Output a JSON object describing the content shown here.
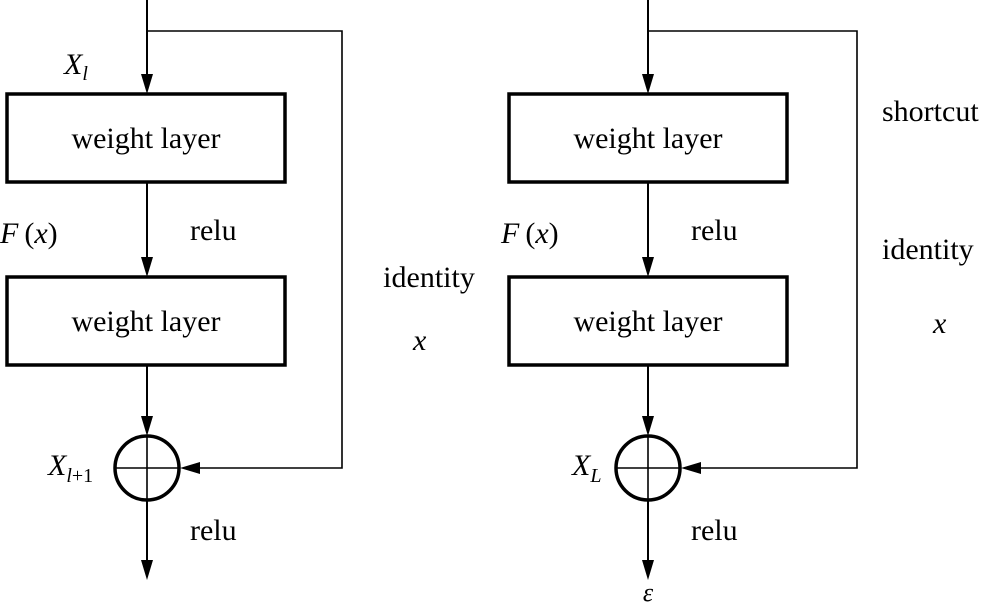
{
  "diagram": {
    "type": "residual-block-comparison",
    "colors": {
      "stroke": "#000000",
      "background": "#ffffff"
    },
    "left_block": {
      "input_label": {
        "base": "X",
        "sub": "l"
      },
      "layers": [
        {
          "label": "weight layer"
        },
        {
          "label": "weight layer"
        }
      ],
      "residual_function_label": {
        "fn": "F",
        "arg": "x"
      },
      "activation_between": "relu",
      "shortcut_label": "identity",
      "shortcut_var": "x",
      "sum_label": {
        "base": "X",
        "sub_var": "l",
        "sub_rest": "+1"
      },
      "activation_after": "relu",
      "sum_node": "plus-circle"
    },
    "right_block": {
      "layers": [
        {
          "label": "weight layer"
        },
        {
          "label": "weight layer"
        }
      ],
      "residual_function_label": {
        "fn": "F",
        "arg": "x"
      },
      "activation_between": "relu",
      "shortcut_title": "shortcut",
      "shortcut_label": "identity",
      "shortcut_var": "x",
      "sum_label": {
        "base": "X",
        "sub": "L"
      },
      "activation_after": "relu",
      "output_label": "ε",
      "sum_node": "plus-circle"
    }
  }
}
